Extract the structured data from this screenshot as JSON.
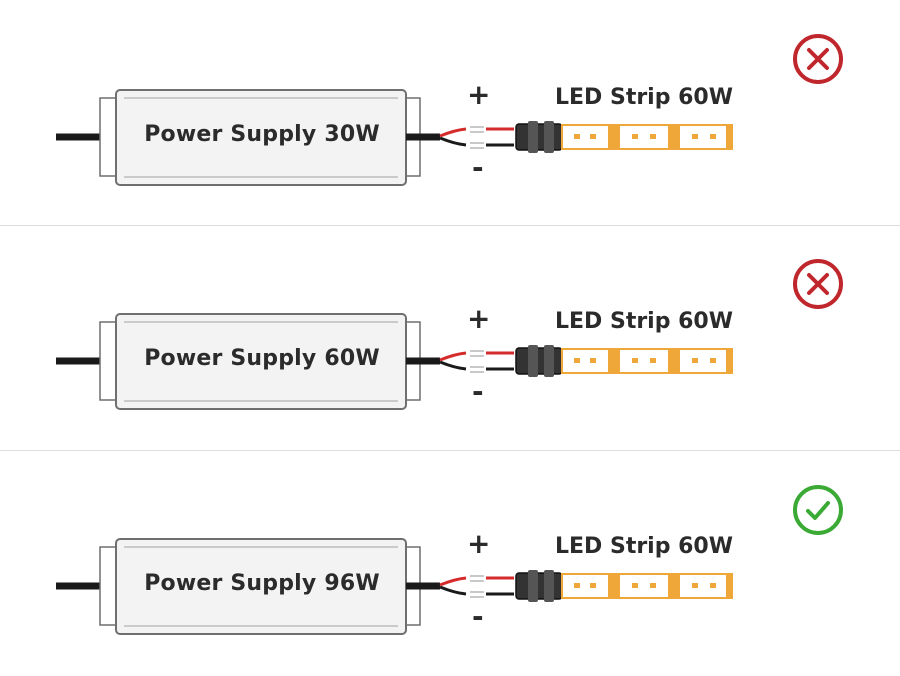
{
  "rows": [
    {
      "power_supply": "Power Supply 30W",
      "led_strip": "LED Strip 60W",
      "plus": "+",
      "minus": "-",
      "status": "incorrect",
      "status_icon": "red-x-circle-icon"
    },
    {
      "power_supply": "Power Supply 60W",
      "led_strip": "LED Strip 60W",
      "plus": "+",
      "minus": "-",
      "status": "incorrect",
      "status_icon": "red-x-circle-icon"
    },
    {
      "power_supply": "Power Supply 96W",
      "led_strip": "LED Strip 60W",
      "plus": "+",
      "minus": "-",
      "status": "correct",
      "status_icon": "green-check-circle-icon"
    }
  ],
  "colors": {
    "incorrect": "#c0272d",
    "correct": "#3aaa35",
    "strip": "#f0a73a",
    "wire_positive": "#d62b2b",
    "wire_negative": "#1a1a1a",
    "text": "#2b2b2b"
  }
}
